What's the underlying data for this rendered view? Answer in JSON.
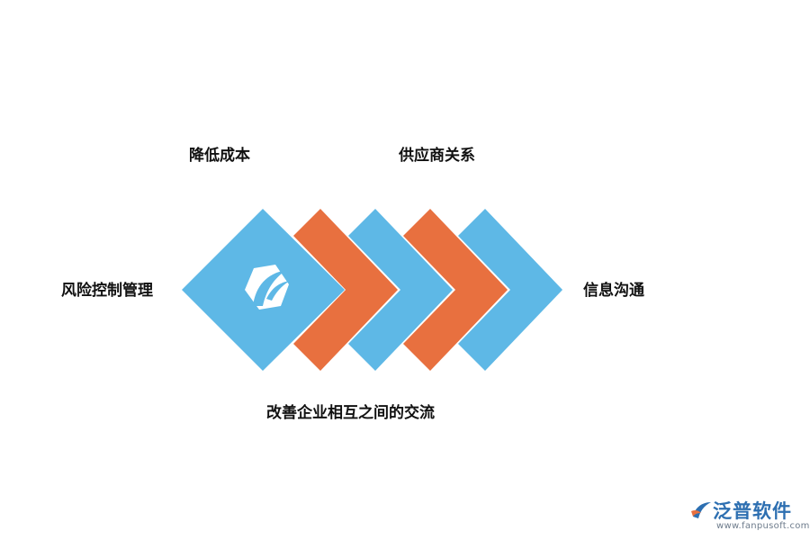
{
  "diagram": {
    "labels": {
      "cost": "降低成本",
      "supply": "供应商关系",
      "risk": "风险控制管理",
      "info": "信息沟通",
      "communication": "改善企业相互之间的交流"
    },
    "colors": {
      "blue": "#5eb8e6",
      "orange": "#e8703f",
      "white": "#ffffff"
    },
    "icon": "hexagon-leaf-icon"
  },
  "watermark": {
    "brand": "泛普软件",
    "url": "www.fanpusoft.com",
    "icon": "fanpu-logo-icon"
  }
}
